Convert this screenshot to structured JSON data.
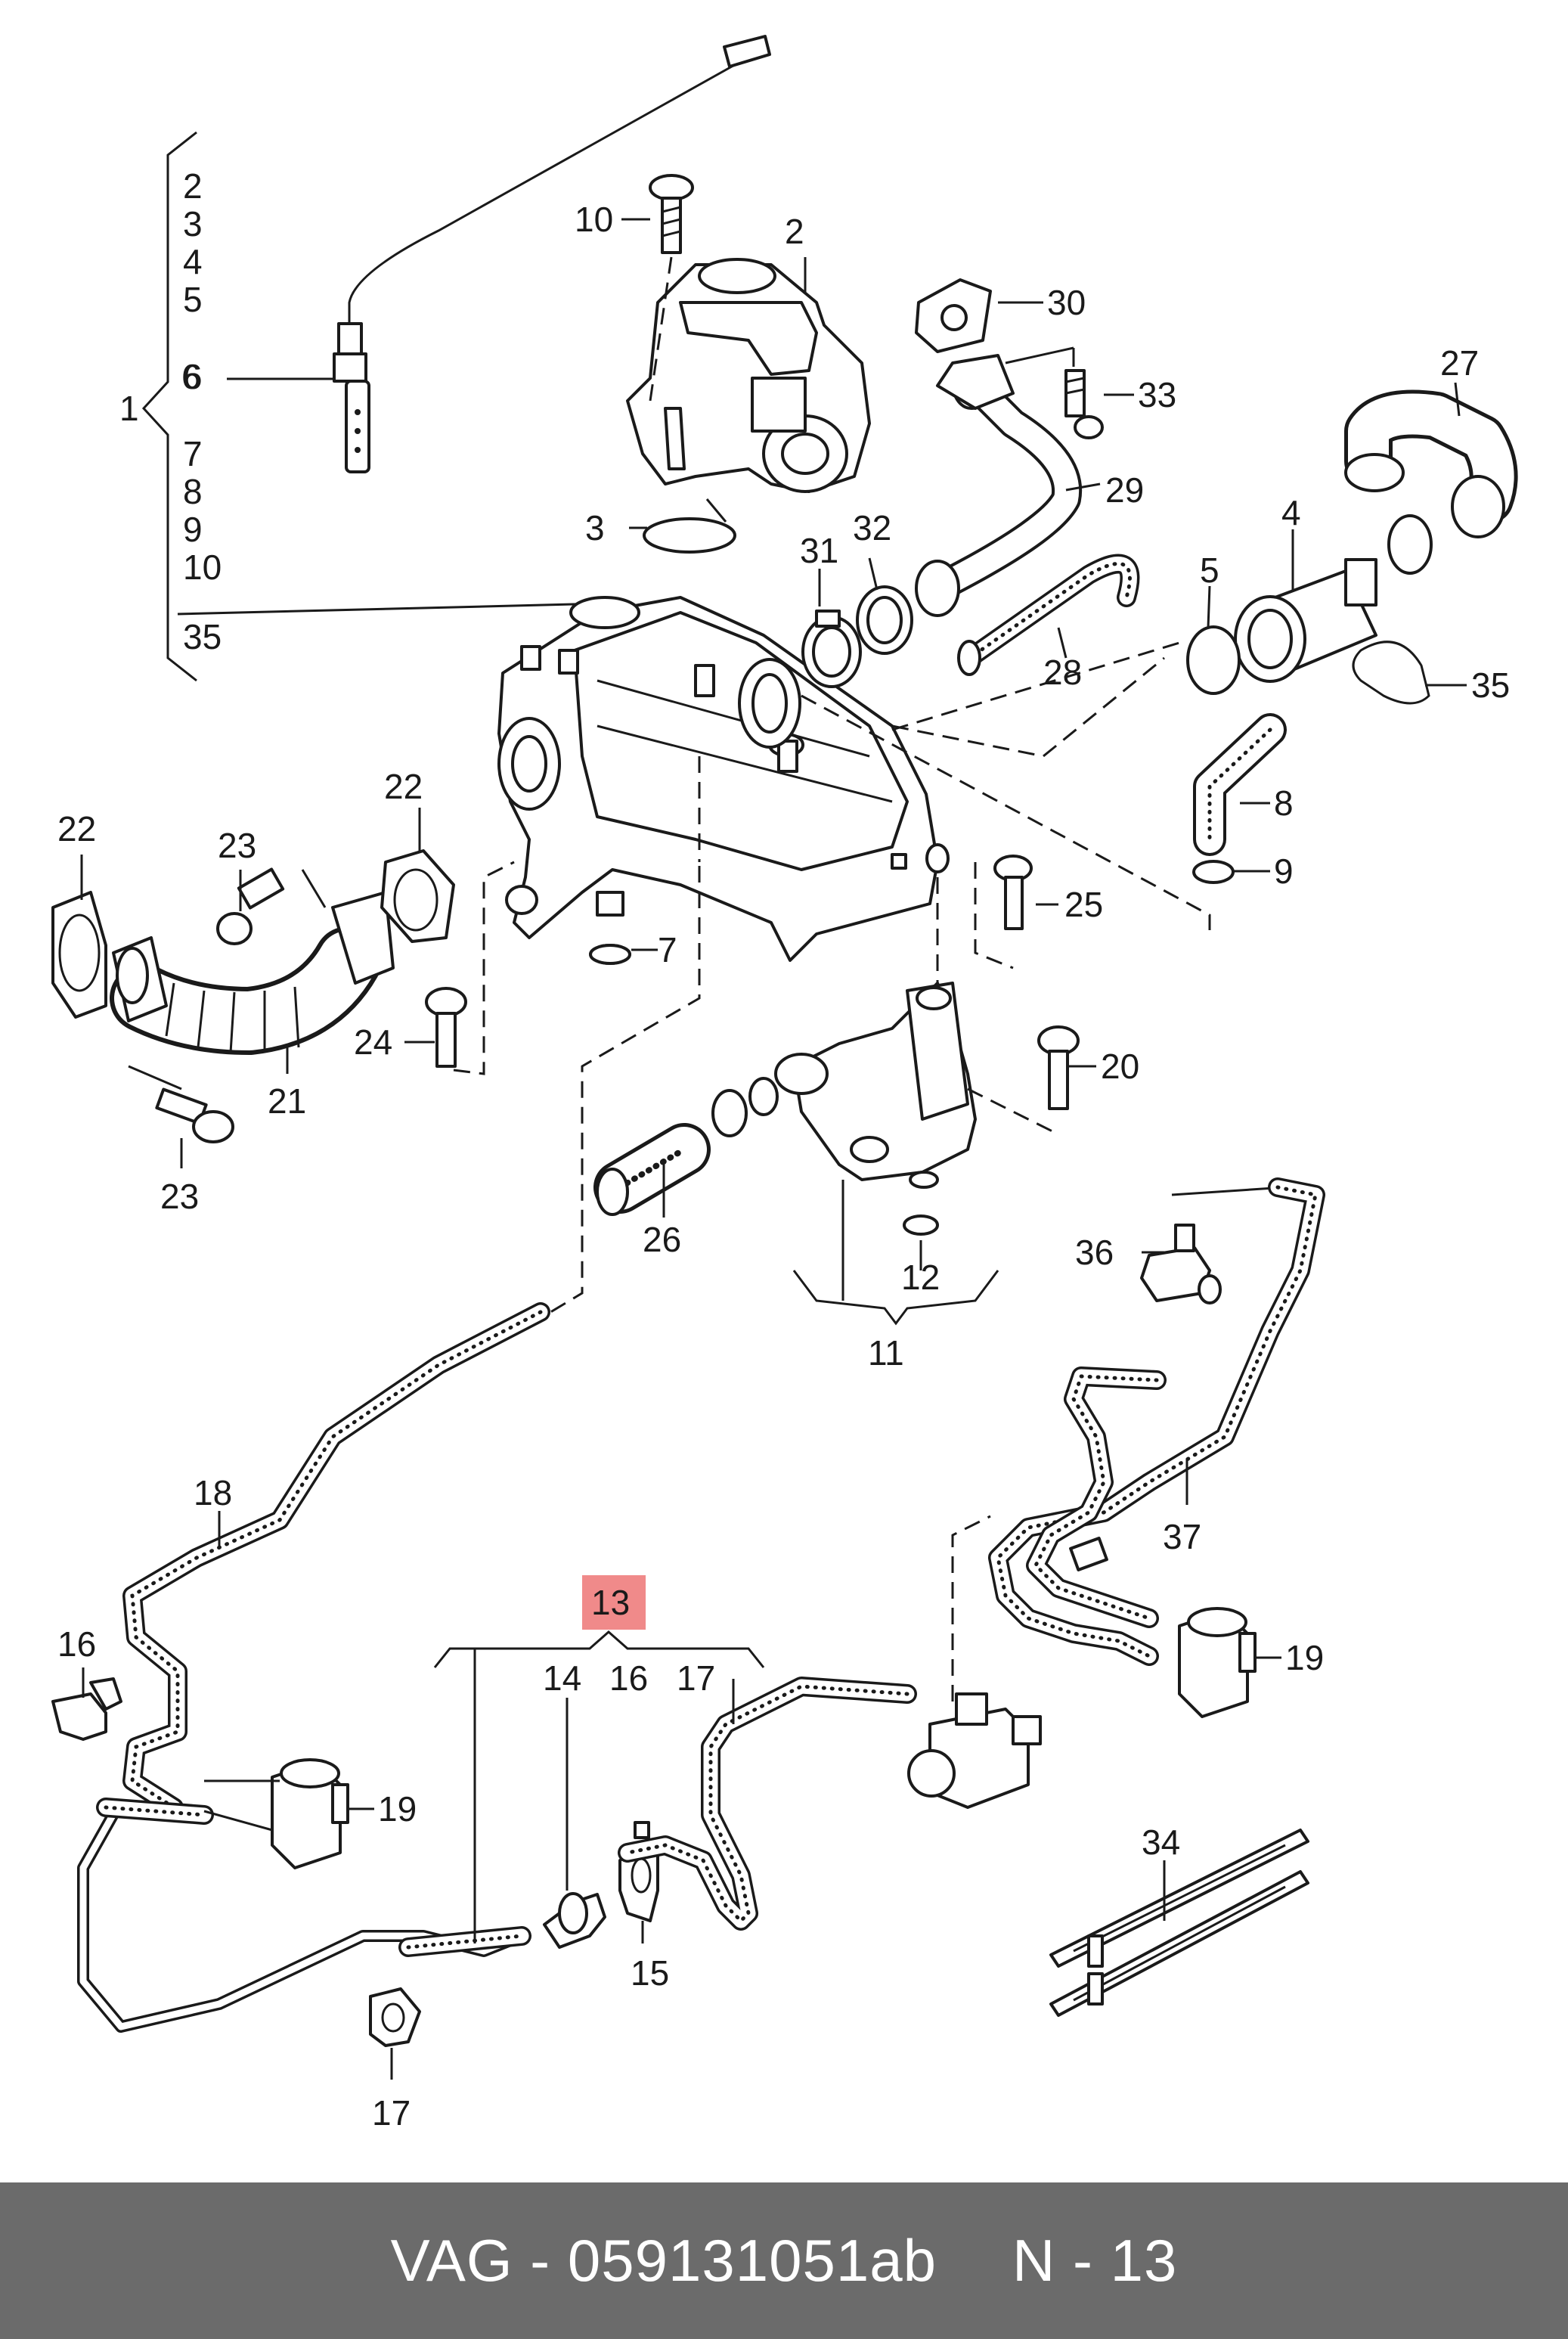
{
  "footer": {
    "brand_part": "VAG - 059131051ab",
    "page_ref": "N - 13"
  },
  "colors": {
    "highlight": "#f08a8a",
    "footer_bg": "#6b6b6b",
    "line": "#1a1a1a"
  },
  "bracket_group": {
    "label": "1",
    "items": [
      "2",
      "3",
      "4",
      "5",
      "6",
      "7",
      "8",
      "9",
      "10",
      "35"
    ]
  },
  "callouts": {
    "c2": "2",
    "c3": "3",
    "c4": "4",
    "c5": "5",
    "c6": "6",
    "c7": "7",
    "c8": "8",
    "c9": "9",
    "c10": "10",
    "c11": "11",
    "c12": "12",
    "c13": "13",
    "c14": "14",
    "c15": "15",
    "c16": "16",
    "c16b": "16",
    "c17": "17",
    "c17b": "17",
    "c18": "18",
    "c19a": "19",
    "c19b": "19",
    "c20": "20",
    "c21": "21",
    "c22a": "22",
    "c22b": "22",
    "c23a": "23",
    "c23b": "23",
    "c24": "24",
    "c25": "25",
    "c26": "26",
    "c27": "27",
    "c28": "28",
    "c29": "29",
    "c30": "30",
    "c31": "31",
    "c32": "32",
    "c33": "33",
    "c34": "34",
    "c35": "35",
    "c36": "36",
    "c37": "37"
  },
  "group_13_items": [
    "14",
    "16",
    "17"
  ]
}
